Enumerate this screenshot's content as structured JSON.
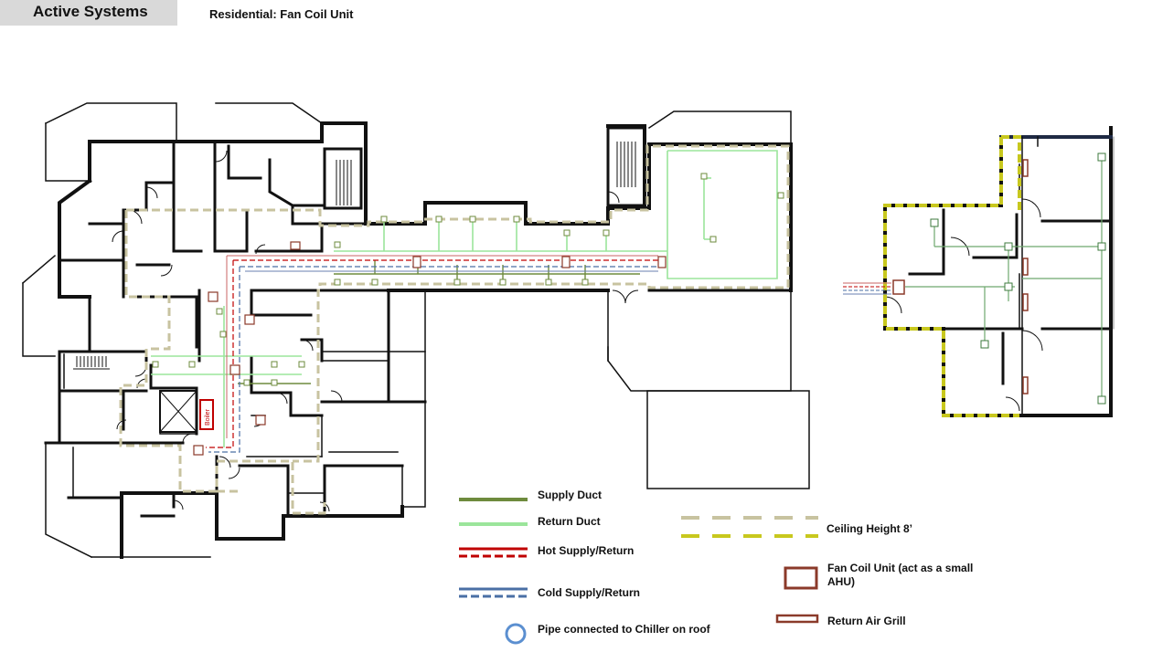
{
  "header": {
    "tab_label": "Active Systems",
    "title": "Residential: Fan Coil Unit"
  },
  "plan": {
    "boiler_label": "Boiler"
  },
  "legend": {
    "supply_duct": "Supply Duct",
    "return_duct": "Return Duct",
    "hot_supply_return": "Hot Supply/Return",
    "cold_supply_return": "Cold Supply/Return",
    "chiller_pipe": "Pipe connected to Chiller on roof",
    "ceiling_height": "Ceiling Height 8’",
    "fan_coil_unit": "Fan Coil Unit (act as a small AHU)",
    "return_air_grill": "Return Air Grill"
  },
  "colors": {
    "supply_duct": "#6e8b3d",
    "return_duct": "#9be59b",
    "hot_pipe": "#c00000",
    "cold_pipe": "#4a6fa5",
    "chiller_pipe": "#5b8fd0",
    "ceiling_beige": "#c8c3a0",
    "ceiling_yellow": "#c8c81e",
    "fan_coil": "#8b3a2a"
  }
}
